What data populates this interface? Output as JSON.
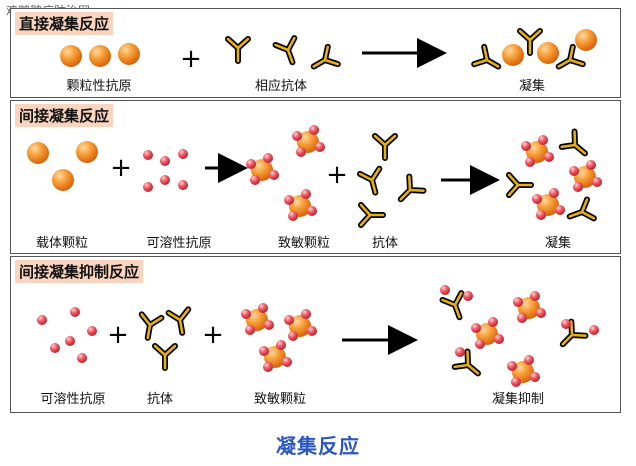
{
  "watermark": "鸡鸭鹅病防治网",
  "panel1": {
    "title": "直接凝集反应",
    "labels": {
      "particle_antigen": "颗粒性抗原",
      "antibody": "相应抗体",
      "agglutination": "凝集"
    }
  },
  "panel2": {
    "title": "间接凝集反应",
    "labels": {
      "carrier": "载体颗粒",
      "soluble_antigen": "可溶性抗原",
      "sensitized": "致敏颗粒",
      "antibody": "抗体",
      "agglutination": "凝集"
    }
  },
  "panel3": {
    "title": "间接凝集抑制反应",
    "labels": {
      "soluble_antigen": "可溶性抗原",
      "antibody": "抗体",
      "sensitized": "致敏颗粒",
      "inhibition": "凝集抑制"
    }
  },
  "symbols": {
    "plus": "+"
  },
  "footer": "凝集反应",
  "colors": {
    "particle": "#f28a1e",
    "antigen": "#e8404a",
    "antibody_edge": "#d9a000",
    "arrow": "#000000",
    "footer": "#2b57c2"
  }
}
